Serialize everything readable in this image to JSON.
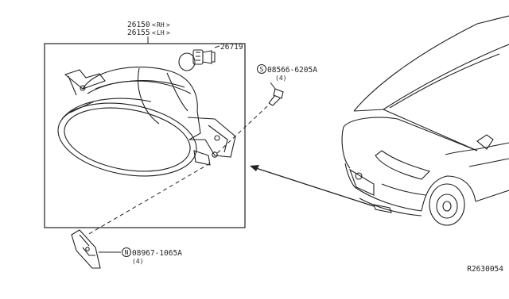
{
  "diagram": {
    "part_rh_number": "26150",
    "part_rh_side": "RH",
    "part_lh_number": "26155",
    "part_lh_side": "LH",
    "bulb_part_number": "26719",
    "bolt_prefix_symbol": "S",
    "bolt_part_number": "08566-6205A",
    "bolt_quantity": "(4)",
    "clip_prefix_symbol": "N",
    "clip_part_number": "08967-1065A",
    "clip_quantity": "(4)",
    "diagram_reference": "R2630054"
  }
}
